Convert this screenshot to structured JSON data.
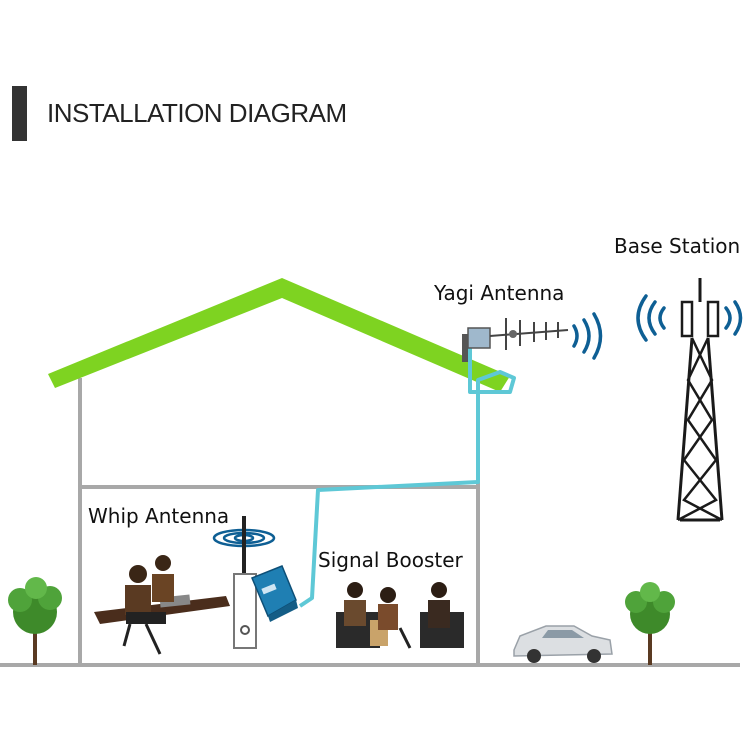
{
  "title": "INSTALLATION DIAGRAM",
  "labels": {
    "base_station": "Base Station",
    "yagi_antenna": "Yagi Antenna",
    "whip_antenna": "Whip Antenna",
    "signal_booster": "Signal Booster"
  },
  "colors": {
    "roof": "#7ed321",
    "wall": "#a8a8a8",
    "cable": "#5ec8d6",
    "booster": "#1f7fb3",
    "signal_waves": "#0e5f94",
    "tower": "#1a1a1a",
    "tree": "#3e8a2a",
    "title_bar": "#333333"
  },
  "icons": [
    "yagi-antenna-icon",
    "whip-antenna-icon",
    "signal-booster-icon",
    "base-station-tower-icon",
    "tree-icon",
    "car-icon",
    "people-icon"
  ]
}
